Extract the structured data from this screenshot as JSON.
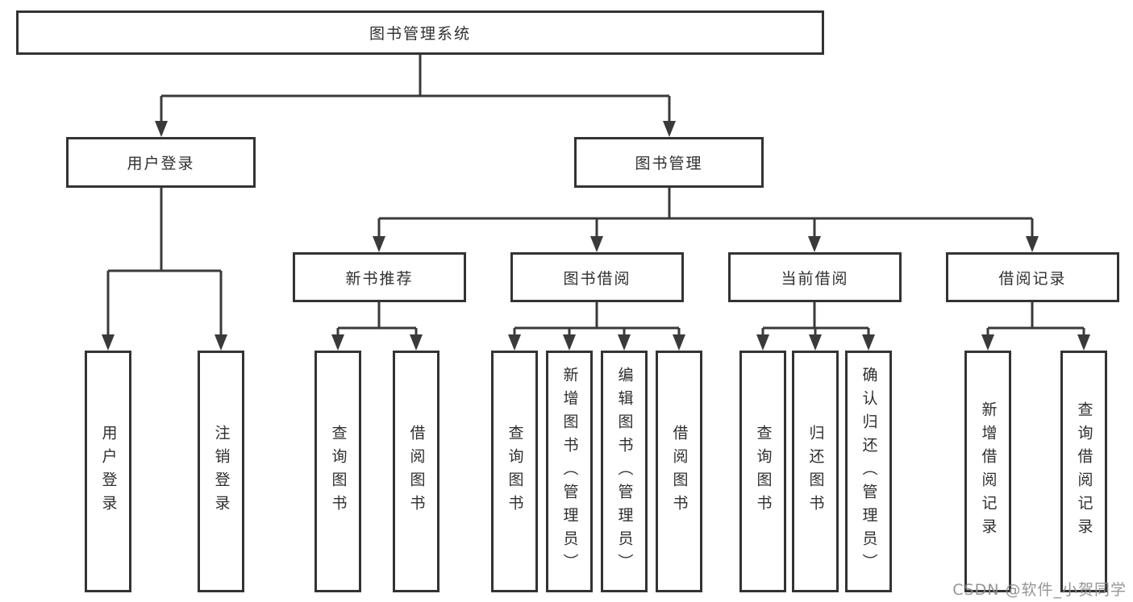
{
  "tree": {
    "root": {
      "label": "图书管理系统"
    },
    "branches": [
      {
        "label": "用户登录",
        "children": [
          {
            "label": "用户登录"
          },
          {
            "label": "注销登录"
          }
        ]
      },
      {
        "label": "图书管理",
        "groups": [
          {
            "label": "新书推荐",
            "children": [
              {
                "label": "查询图书"
              },
              {
                "label": "借阅图书"
              }
            ]
          },
          {
            "label": "图书借阅",
            "children": [
              {
                "label": "查询图书"
              },
              {
                "label": "新增图书（管理员）"
              },
              {
                "label": "编辑图书（管理员）"
              },
              {
                "label": "借阅图书"
              }
            ]
          },
          {
            "label": "当前借阅",
            "children": [
              {
                "label": "查询图书"
              },
              {
                "label": "归还图书"
              },
              {
                "label": "确认归还（管理员）"
              }
            ]
          },
          {
            "label": "借阅记录",
            "children": [
              {
                "label": "新增借阅记录"
              },
              {
                "label": "查询借阅记录"
              }
            ]
          }
        ]
      }
    ]
  },
  "watermark": "CSDN @软件_小贺同学",
  "colors": {
    "line": "#3a3a3a",
    "box_border": "#333333",
    "text": "#2f2f2f",
    "watermark": "#8c8c8c",
    "background": "#ffffff"
  }
}
